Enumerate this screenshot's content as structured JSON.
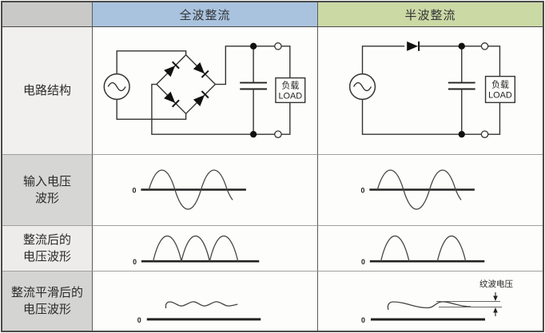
{
  "header": {
    "fullwave": "全波整流",
    "halfwave": "半波整流"
  },
  "row_labels": {
    "r1a": "电路结构",
    "r1b": "",
    "r2a": "输入电压",
    "r2b": "波形",
    "r3a": "整流后的",
    "r3b": "电压波形",
    "r4a": "整流平滑后的",
    "r4b": "电压波形"
  },
  "circuit": {
    "load_cn": "负载",
    "load_en": "LOAD"
  },
  "waveform": {
    "zero": "0",
    "ripple_label": "纹波电压"
  },
  "colors": {
    "header_blue": "#a9c3df",
    "header_green": "#cbd9a5",
    "corner_gray": "#c9c9c7",
    "label_light": "#f1f0ee",
    "label_dark": "#d6d6d4",
    "line_dark": "#333333",
    "cell_white": "#fdfdfb"
  }
}
